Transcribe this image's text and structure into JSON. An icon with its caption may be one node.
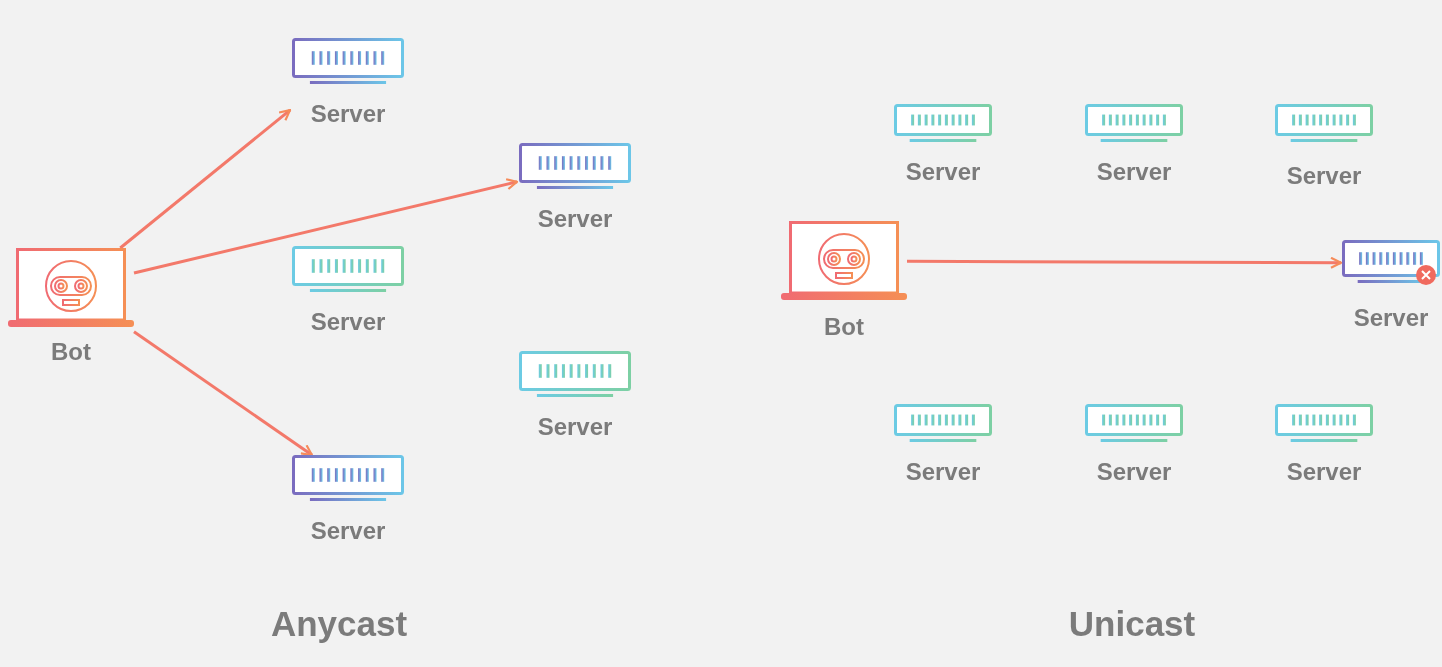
{
  "diagram": {
    "nodes": [
      {
        "text": [
          "Bot"
        ]
      },
      {
        "text": [
          "Server"
        ]
      },
      {
        "text": [
          "Server"
        ]
      },
      {
        "text": [
          "Server"
        ]
      },
      {
        "text": [
          "Server"
        ]
      },
      {
        "text": [
          "Server"
        ]
      },
      {
        "text": [
          "Bot"
        ]
      },
      {
        "text": [
          "Server"
        ]
      },
      {
        "text": [
          "Server"
        ]
      },
      {
        "text": [
          "Server"
        ]
      },
      {
        "text": [
          "Server"
        ]
      },
      {
        "text": [
          "Server"
        ]
      },
      {
        "text": [
          "Server"
        ]
      },
      {
        "text": [
          "Server"
        ]
      }
    ],
    "edges": [
      {
        "from": 0,
        "to": 1,
        "arrow": "to"
      },
      {
        "from": 0,
        "to": 2,
        "arrow": "to"
      },
      {
        "from": 0,
        "to": 5,
        "arrow": "to"
      },
      {
        "from": 6,
        "to": 10,
        "arrow": "to"
      }
    ],
    "labels": [
      "Anycast",
      "Unicast"
    ]
  }
}
